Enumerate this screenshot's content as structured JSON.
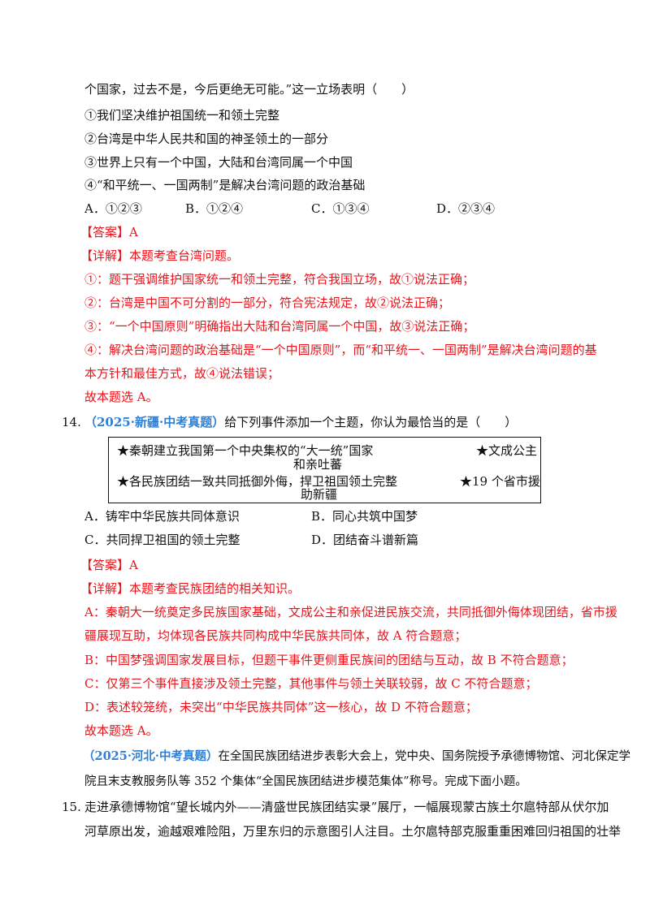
{
  "q13": {
    "stem_tail": "个国家，过去不是，今后更绝无可能。”这一立场表明（　　）",
    "statements": [
      "①我们坚决维护祖国统一和领土完整",
      "②台湾是中华人民共和国的神圣领土的一部分",
      "③世界上只有一个中国，大陆和台湾同属一个中国",
      "④“和平统一、一国两制”是解决台湾问题的政治基础"
    ],
    "options": [
      "A．①②③",
      "B．①②④",
      "C．①③④",
      "D．②③④"
    ],
    "answer": "【答案】A",
    "analysis_title": "【详解】本题考查台湾问题。",
    "analysis": [
      "①：题干强调维护国家统一和领土完整，符合我国立场，故①说法正确；",
      "②：台湾是中国不可分割的一部分，符合宪法规定，故②说法正确；",
      "③：“一个中国原则”明确指出大陆和台湾同属一个中国，故③说法正确；",
      "④：解决台湾问题的政治基础是“一个中国原则”，而“和平统一、一国两制”是解决台湾问题的基",
      "本方针和最佳方式，故④说法错误；"
    ],
    "conclusion": "故本题选 A。"
  },
  "q14": {
    "number": "14.",
    "source": "（2025·新疆·中考真题）",
    "stem": "给下列事件添加一个主题，你认为最恰当的是（　　）",
    "box": {
      "row1_left": "★秦朝建立我国第一个中央集权的“大一统”国家",
      "row1_right": "★文成公主",
      "row1_wrap": "和亲吐蕃",
      "row2_left": "★各民族团结一致共同抵御外侮，捍卫祖国领土完整",
      "row2_right": "★19 个省市援",
      "row2_wrap": "助新疆"
    },
    "options": [
      "A．铸牢中华民族共同体意识",
      "B．同心共筑中国梦",
      "C．共同捍卫祖国的领土完整",
      "D．团结奋斗谱新篇"
    ],
    "answer": "【答案】A",
    "analysis_title": "【详解】本题考查民族团结的相关知识。",
    "analysis": [
      "A：秦朝大一统奠定多民族国家基础，文成公主和亲促进民族交流，共同抵御外侮体现团结，省市援",
      "疆展现互助，均体现各民族共同构成中华民族共同体，故 A 符合题意；",
      "B：中国梦强调国家发展目标，但题干事件更侧重民族间的团结与互动，故 B 不符合题意；",
      "C：仅第三个事件直接涉及领土完整，其他事件与领土关联较弱，故 C 不符合题意；",
      "D：表述较笼统，未突出“中华民族共同体”这一核心，故 D 不符合题意；"
    ],
    "conclusion": "故本题选 A。"
  },
  "material": {
    "source": "（2025·河北·中考真题）",
    "line1": "在全国民族团结进步表彰大会上，党中央、国务院授予承德博物馆、河北保定学",
    "line2": "院且末支教服务队等 352 个集体“全国民族团结进步模范集体”称号。完成下面小题。"
  },
  "q15": {
    "number": "15.",
    "lines": [
      "走进承德博物馆“望长城内外——清盛世民族团结实录”展厅，一幅展现蒙古族土尔扈特部从伏尔加",
      "河草原出发，逾越艰难险阻，万里东归的示意图引人注目。土尔扈特部克服重重困难回归祖国的壮举"
    ]
  }
}
